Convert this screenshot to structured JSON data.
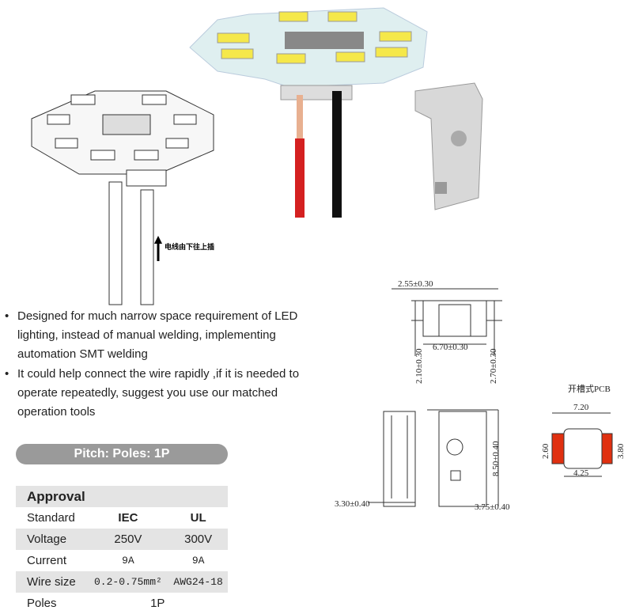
{
  "note_cn": "电线由下往上插",
  "bullets": [
    "Designed for much narrow space requirement of LED lighting, instead of manual welding, implementing automation SMT welding",
    "It could help connect the wire rapidly ,if it is needed to operate  repeatedly, suggest you use our matched operation tools"
  ],
  "pill": "Pitch:   Poles: 1P",
  "table": {
    "title": "Approval",
    "rows": [
      [
        "Standard",
        "IEC",
        "UL"
      ],
      [
        "Voltage",
        "250V",
        "300V"
      ],
      [
        "Current",
        "9A",
        "9A"
      ],
      [
        "Wire size",
        "0.2-0.75mm²",
        "AWG24-18"
      ],
      [
        "Poles",
        "1P"
      ]
    ]
  },
  "dims": {
    "top_width": "2.55±0.30",
    "inner_width": "6.70±0.30",
    "left_height": "2.10±0.30",
    "right_height": "2.70±0.30",
    "height": "8.50±0.40",
    "side_width": "3.30±0.40",
    "front_width": "3.75±0.40"
  },
  "pcb": {
    "title": "开槽式PCB",
    "width": "7.20",
    "pad_height": "2.60",
    "height": "3.80",
    "slot_width": "4.25"
  },
  "colors": {
    "led": "#f5e84a",
    "wire_red": "#d42020",
    "pad": "#e03010",
    "board": "#dfeff0"
  }
}
